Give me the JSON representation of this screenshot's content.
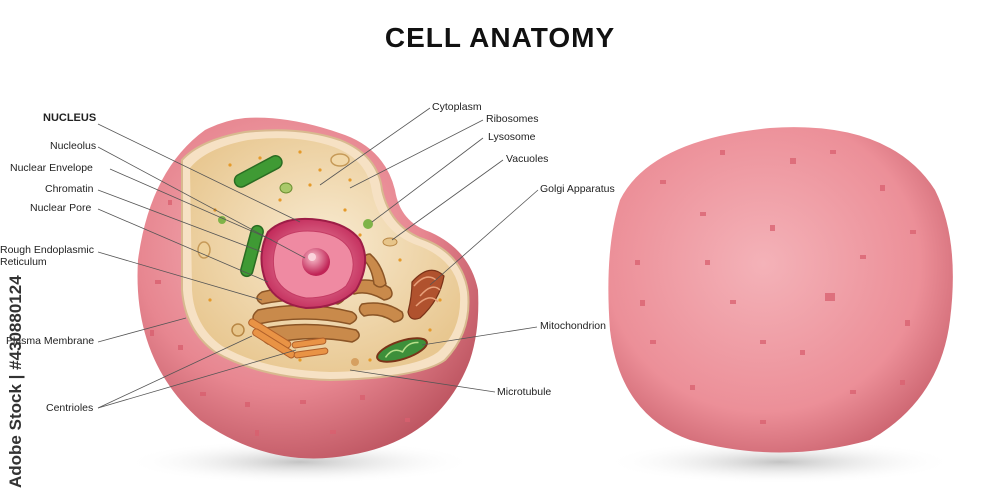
{
  "title": "CELL ANATOMY",
  "labels_left": {
    "nucleus": "NUCLEUS",
    "nucleolus": "Nucleolus",
    "nuclear_envelope": "Nuclear Envelope",
    "chromatin": "Chromatin",
    "nuclear_pore": "Nuclear Pore",
    "rough_er_line1": "Rough Endoplasmic",
    "rough_er_line2": "Reticulum",
    "plasma_membrane": "Plasma Membrane",
    "centrioles": "Centrioles"
  },
  "labels_right": {
    "cytoplasm": "Cytoplasm",
    "ribosomes": "Ribosomes",
    "lysosome": "Lysosome",
    "vacuoles": "Vacuoles",
    "golgi": "Golgi Apparatus",
    "mitochondrion": "Mitochondrion",
    "microtubule": "Microtubule"
  },
  "watermark": "Adobe Stock | #430880124",
  "colors": {
    "cell_outer": "#e07f8a",
    "cell_shadow": "#c9606c",
    "cytoplasm": "#f3dcae",
    "nucleus": "#d9386a",
    "nucleus_inner": "#f1879e",
    "golgi": "#b0522e",
    "er": "#c98a4b",
    "mitochondria_green": "#3f9a34",
    "whole_cell": "#ee8f98"
  }
}
